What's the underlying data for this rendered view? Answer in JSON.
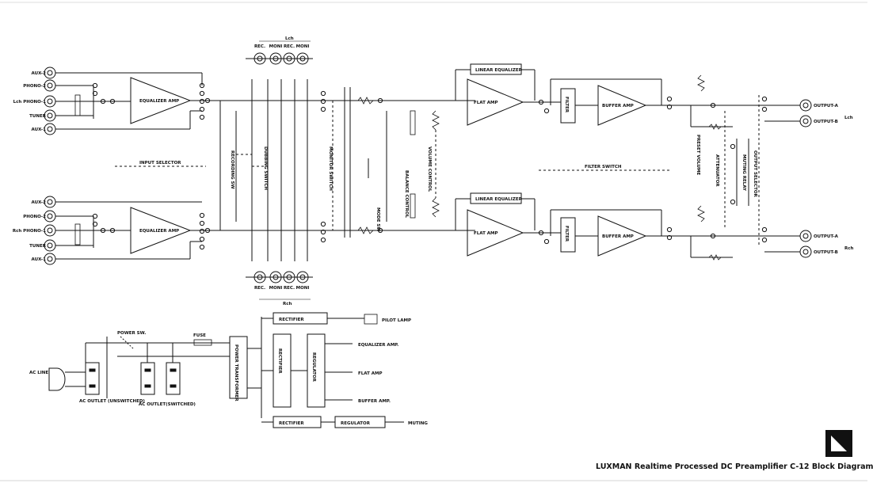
{
  "caption": "LUXMAN  Realtime Processed DC Preamplifier C-12 Block Diagram",
  "logo": "luxman-logo",
  "inputs_L": [
    "AUX-2",
    "PHONO-2",
    "Lch PHONO-1",
    "TUNER",
    "AUX-1"
  ],
  "inputs_R": [
    "AUX-2",
    "PHONO-2",
    "Rch PHONO-1",
    "TUNER",
    "AUX-1"
  ],
  "blocks": {
    "equalizer_amp": "EQUALIZER AMP",
    "linear_equalizer": "LINEAR EQUALIZER",
    "flat_amp": "FLAT AMP",
    "filter": "FILTER",
    "buffer_amp": "BUFFER AMP"
  },
  "labels": {
    "input_selector": "INPUT SELECTOR",
    "recording_sw": "RECORDING SW",
    "dubbing_switch": "DUBBING SWITCH",
    "monitor_switch": "MONITOR SWITCH",
    "mode_sw": "MODE SW",
    "balance_control": "BALANCE CONTROL",
    "volume_control": "VOLUME CONTROL",
    "filter_switch": "FILTER SWITCH",
    "preset_volume": "PRESET VOLUME",
    "attenuator": "ATTENUATOR",
    "muting_relay": "MUTING RELAY",
    "output_selector": "OUTPUT SELECTOR"
  },
  "tape_top": [
    "REC.",
    "MONI",
    "REC.",
    "MONI"
  ],
  "tape_bottom": [
    "REC.",
    "MONI",
    "REC.",
    "MONI"
  ],
  "tape_top_ch": "Lch",
  "tape_bottom_ch": "Rch",
  "outputs": [
    "OUTPUT-A",
    "OUTPUT-B"
  ],
  "out_ch_L": "Lch",
  "out_ch_R": "Rch",
  "power": {
    "power_sw": "POWER SW.",
    "fuse": "FUSE",
    "ac_line": "AC LINE",
    "ac_outlet_unsw": "AC OUTLET (UNSWITCHED)",
    "ac_outlet_sw": "AC OUTLET(SWITCHED)",
    "transformer": "POWER TRANSFORMER",
    "rectifier": "RECTIFIER",
    "regulator": "REGULATOR",
    "pilot_lamp": "PILOT LAMP",
    "eq_amp": "EQUALIZER AMP.",
    "flat_amp": "FLAT AMP",
    "buffer_amp": "BUFFER AMP.",
    "muting": "MUTING"
  }
}
